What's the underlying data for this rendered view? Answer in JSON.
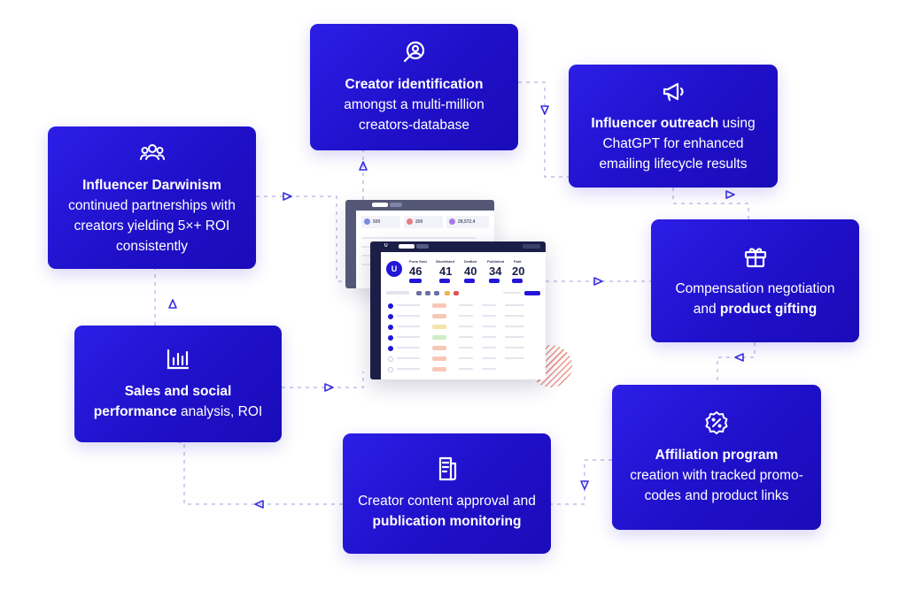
{
  "cards": {
    "creator_identification": {
      "icon": "search-user-icon",
      "bold": "Creator identification",
      "rest": "amongst a multi-million creators-database"
    },
    "influencer_outreach": {
      "icon": "megaphone-icon",
      "bold": "Influencer outreach",
      "rest": " using ChatGPT for enhanced emailing lifecycle results"
    },
    "influencer_darwinism": {
      "icon": "users-group-icon",
      "bold": "Influencer Darwinism",
      "rest": "continued partnerships with creators yielding 5×+ ROI consistently"
    },
    "compensation": {
      "icon": "gift-icon",
      "pre": "Compensation negotiation and ",
      "bold": "product gifting"
    },
    "sales_performance": {
      "icon": "bar-chart-icon",
      "bold": "Sales and social performance",
      "rest": " analysis, ROI"
    },
    "affiliation": {
      "icon": "percent-badge-icon",
      "bold": "Affiliation program",
      "rest": "creation with tracked promo-codes and product links"
    },
    "content_approval": {
      "icon": "document-icon",
      "pre": "Creator content approval and ",
      "bold": "publication monitoring"
    }
  },
  "dashboard": {
    "brand": "U",
    "stats": [
      {
        "label": "Form Sent",
        "value": "46"
      },
      {
        "label": "Shortlisted",
        "value": "41"
      },
      {
        "label": "Drafted",
        "value": "40"
      },
      {
        "label": "Published",
        "value": "34"
      },
      {
        "label": "Paid",
        "value": "20"
      }
    ],
    "back_stats": [
      "500",
      "200",
      "28,572.4"
    ]
  },
  "colors": {
    "card": "#2316d8",
    "connector": "#8a90d8",
    "arrow": "#3b2fe0"
  }
}
